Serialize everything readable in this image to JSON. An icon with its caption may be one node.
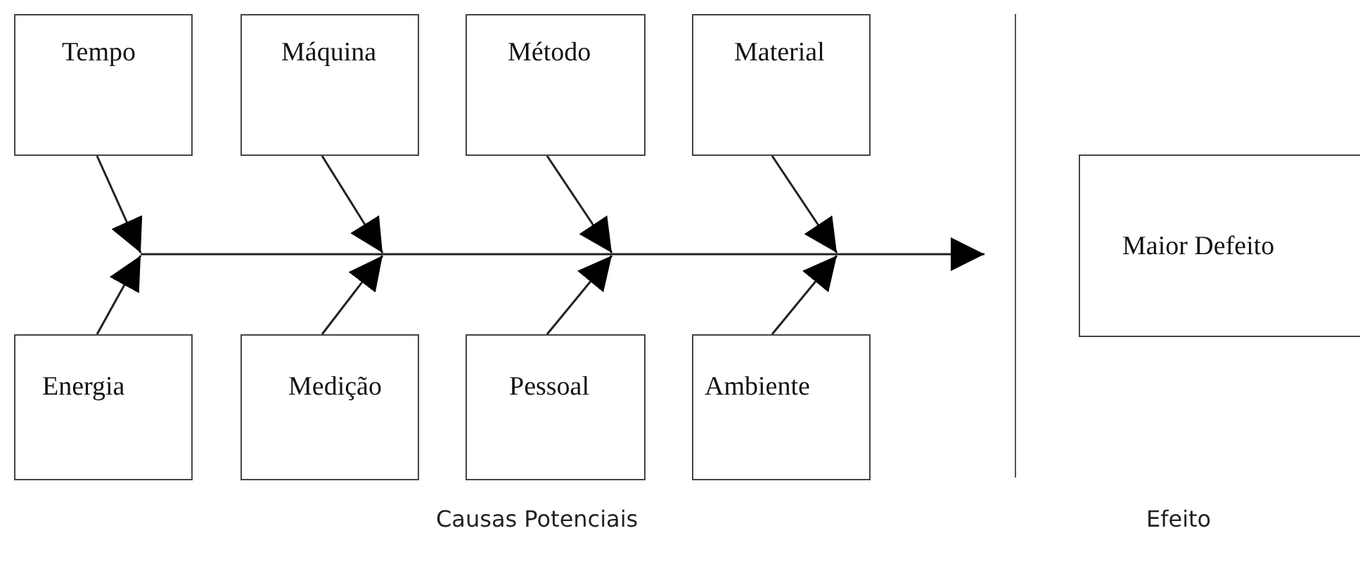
{
  "diagram": {
    "nodes": [
      {
        "text": [
          "Tempo"
        ]
      },
      {
        "text": [
          "Máquina"
        ]
      },
      {
        "text": [
          "Método"
        ]
      },
      {
        "text": [
          "Material"
        ]
      },
      {
        "text": [
          "Energia"
        ]
      },
      {
        "text": [
          "Medição"
        ]
      },
      {
        "text": [
          "Pessoal"
        ]
      },
      {
        "text": [
          "Ambiente"
        ]
      },
      {
        "text": [
          "Maior Defeito"
        ]
      }
    ],
    "edges": [
      {
        "from": 0,
        "to": null,
        "arrow": "to"
      },
      {
        "from": 1,
        "to": null,
        "arrow": "to"
      },
      {
        "from": 2,
        "to": null,
        "arrow": "to"
      },
      {
        "from": 3,
        "to": null,
        "arrow": "to"
      },
      {
        "from": 4,
        "to": null,
        "arrow": "to"
      },
      {
        "from": 5,
        "to": null,
        "arrow": "to"
      },
      {
        "from": 6,
        "to": null,
        "arrow": "to"
      },
      {
        "from": 7,
        "to": null,
        "arrow": "to"
      }
    ],
    "labels": [
      "Causas Potenciais",
      "Efeito"
    ]
  }
}
